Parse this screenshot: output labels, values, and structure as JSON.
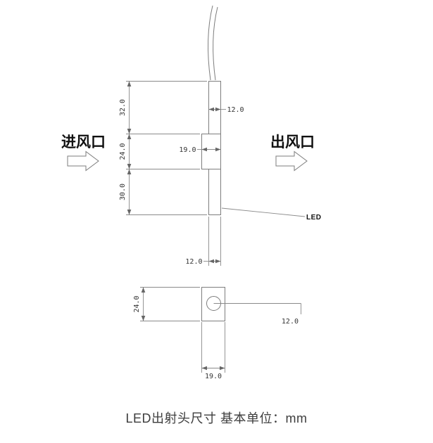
{
  "drawing": {
    "caption": "LED出射头尺寸 基本单位：mm",
    "labels": {
      "inlet": "进风口",
      "outlet": "出风口",
      "led": "LED"
    },
    "front_view": {
      "seg_top": "32.0",
      "seg_mid": "24.0",
      "seg_bottom": "30.0",
      "body_width": "12.0",
      "flange_width": "19.0",
      "body_width_bottom": "12.0"
    },
    "bottom_view": {
      "height": "24.0",
      "hole_offset": "12.0",
      "width": "19.0"
    },
    "colors": {
      "line": "#7d7d7d",
      "dimension_line": "#8a8a8a",
      "dim_text": "#333333",
      "label_text": "#111111",
      "caption_text": "#3d3d3d"
    }
  }
}
